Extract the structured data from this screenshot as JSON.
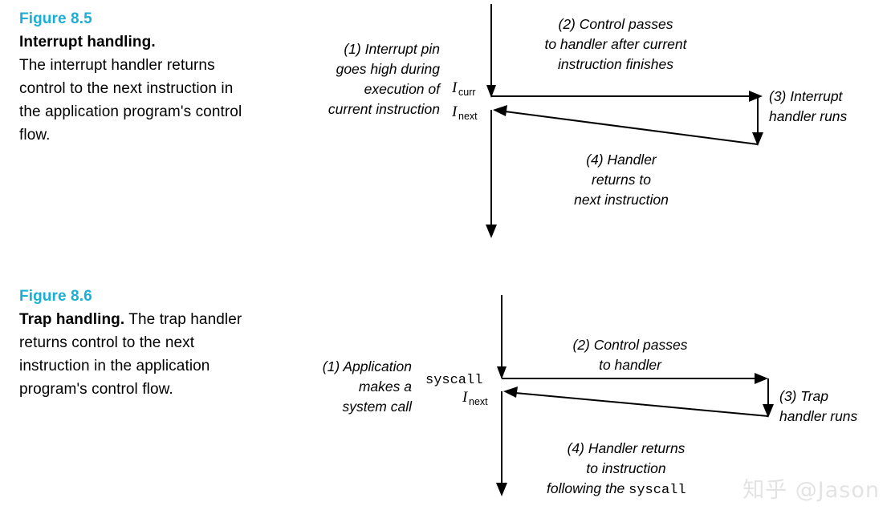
{
  "page": {
    "watermark": "知乎 @Jason"
  },
  "figures": [
    {
      "number": "Figure 8.5",
      "title": "Interrupt handling.",
      "title_inline": false,
      "body": "The interrupt handler returns control to the next instruction in the application program's control flow.",
      "diagram": {
        "timeline_label_top": "I",
        "timeline_label_top_sub": "curr",
        "timeline_label_top_mono": "",
        "timeline_label_bottom": "I",
        "timeline_label_bottom_sub": "next",
        "step1": [
          "(1) Interrupt pin",
          "goes high during",
          "execution of",
          "current instruction"
        ],
        "step2": [
          "(2) Control passes",
          "to handler after current",
          "instruction finishes"
        ],
        "step3": [
          "(3) Interrupt",
          "handler runs"
        ],
        "step4": [
          "(4) Handler",
          "returns to",
          "next instruction"
        ],
        "step4_mono_tail": ""
      }
    },
    {
      "number": "Figure 8.6",
      "title": "Trap handling.",
      "title_inline": true,
      "body": "The trap handler returns control to the next instruction in the application program's control flow.",
      "diagram": {
        "timeline_label_top": "",
        "timeline_label_top_sub": "",
        "timeline_label_top_mono": "syscall",
        "timeline_label_bottom": "I",
        "timeline_label_bottom_sub": "next",
        "step1": [
          "(1) Application",
          "makes a",
          "system call"
        ],
        "step2": [
          "(2) Control passes",
          "to handler"
        ],
        "step3": [
          "(3) Trap",
          "handler runs"
        ],
        "step4": [
          "(4) Handler returns",
          "to instruction",
          "following the "
        ],
        "step4_mono_tail": "syscall"
      }
    }
  ]
}
